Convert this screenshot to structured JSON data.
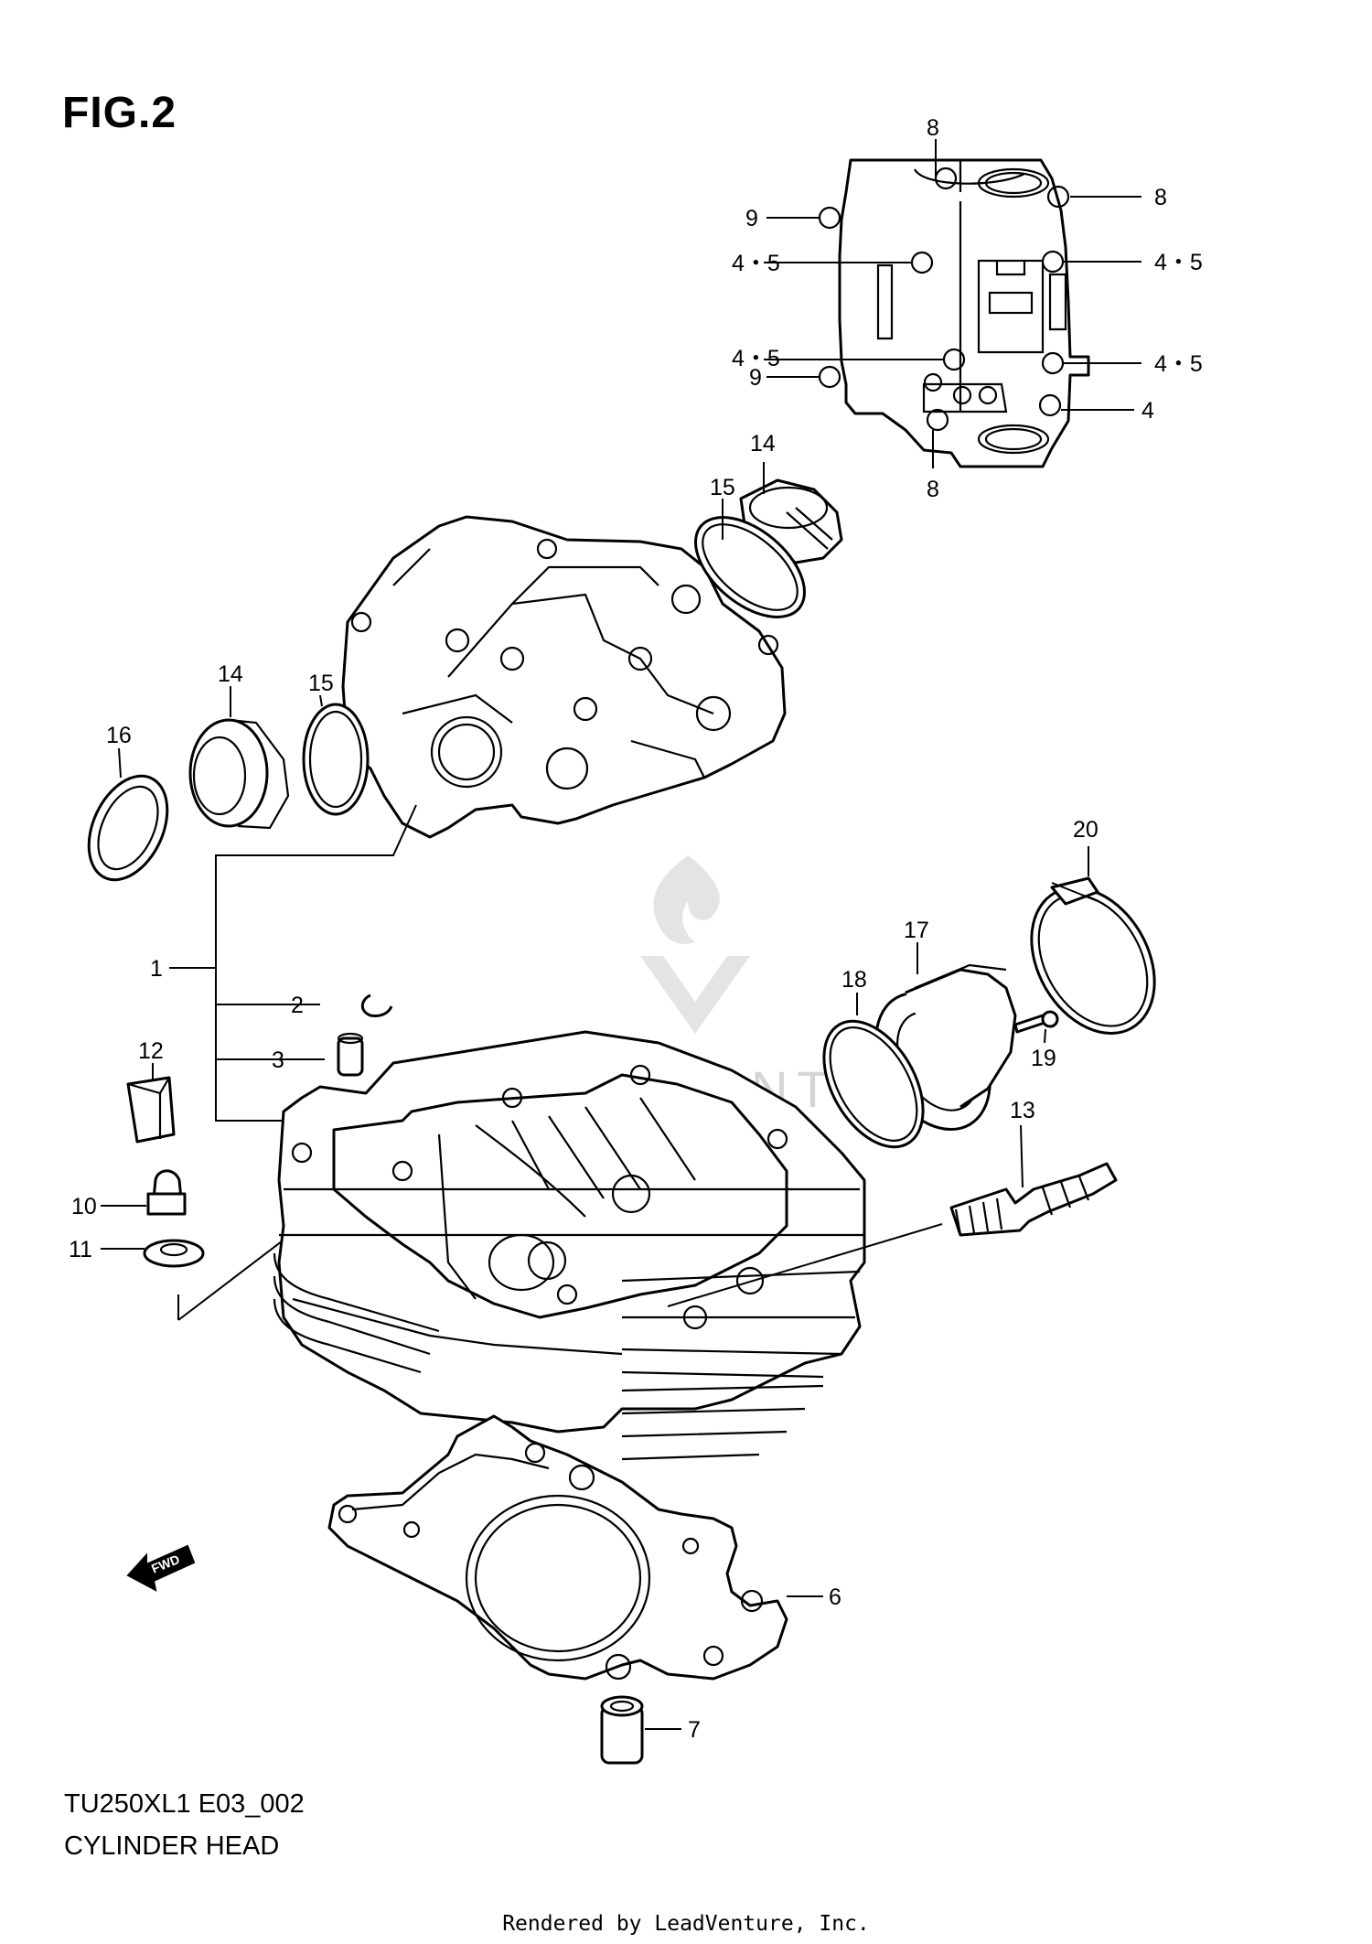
{
  "figure": {
    "title": "FIG.2",
    "model_code": "TU250XL1  E03_002",
    "section_title": "CYLINDER HEAD",
    "rendered_by": "Rendered by LeadVenture, Inc."
  },
  "watermark": {
    "text": "LEADVENTURE"
  },
  "callouts": {
    "c8_top": "8",
    "c8_right": "8",
    "c8_bottom": "8",
    "c9_top": "9",
    "c9_bottom": "9",
    "c45_left_top": "4・5",
    "c45_right_top": "4・5",
    "c45_left_bottom": "4・5",
    "c45_right_bottom": "4・5",
    "c4": "4",
    "c14_top": "14",
    "c15_top": "15",
    "c14_left": "14",
    "c15_left": "15",
    "c16": "16",
    "c1": "1",
    "c2": "2",
    "c3": "3",
    "c12": "12",
    "c10": "10",
    "c11": "11",
    "c20": "20",
    "c17": "17",
    "c18": "18",
    "c19": "19",
    "c13": "13",
    "c6": "6",
    "c7": "7"
  },
  "fwd_label": "FWD"
}
